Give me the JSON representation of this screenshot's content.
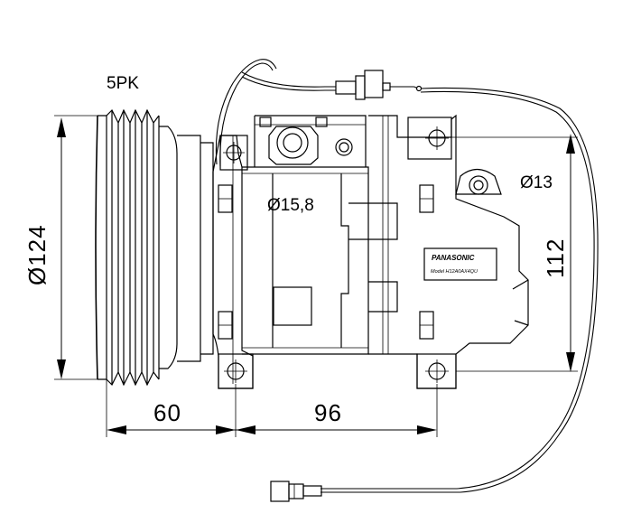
{
  "labels": {
    "belt": "5PK",
    "pulley_diameter": "Ø124",
    "suction_port": "Ø15,8",
    "discharge_port": "Ø13",
    "height": "112",
    "offset_left": "60",
    "mount_spacing": "96",
    "brand": "PANASONIC",
    "model": "Model H12A0AX4QU"
  }
}
